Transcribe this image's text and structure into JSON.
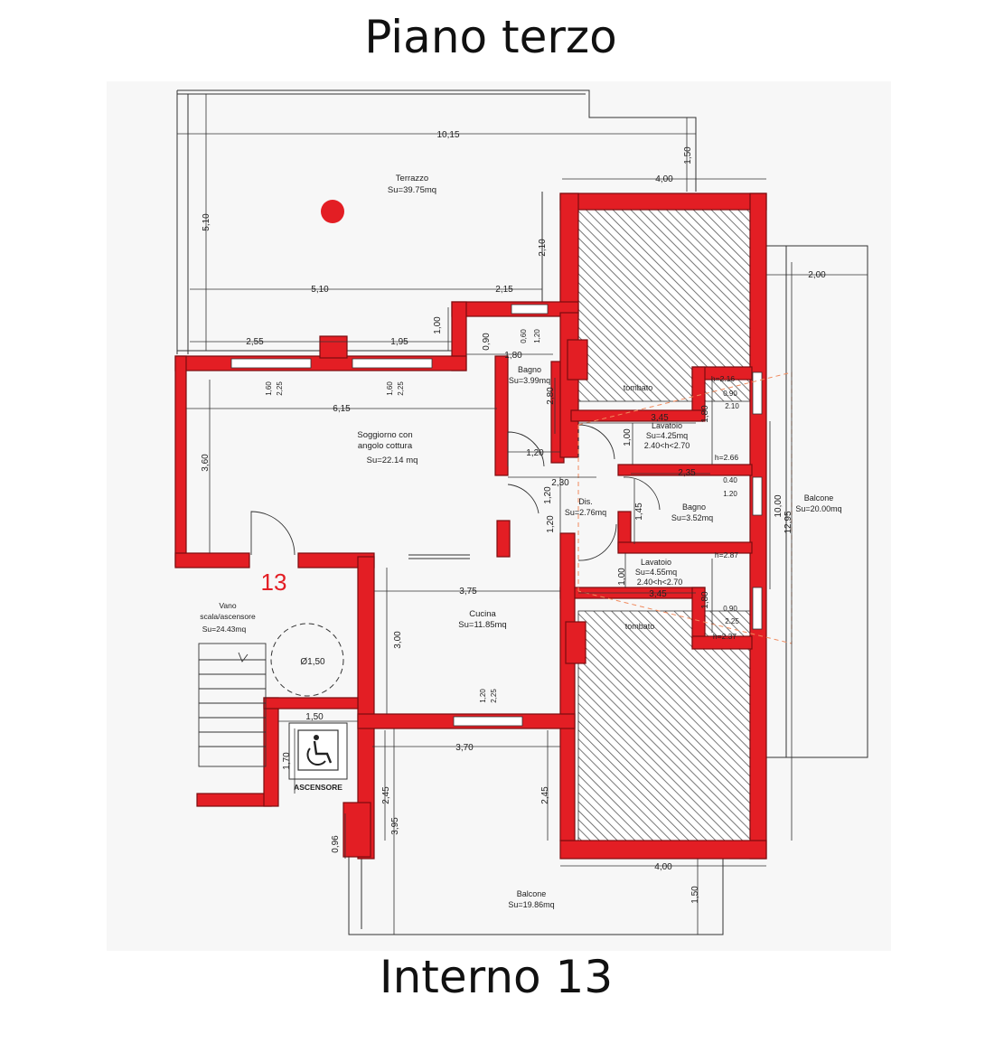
{
  "header": {
    "title": "Piano terzo"
  },
  "footer": {
    "title": "Interno 13"
  },
  "unit_number": "13",
  "colors": {
    "wall": "#e31e24",
    "marker": "#e31e24",
    "unit": "#e31e24",
    "paper": "#f7f7f7"
  },
  "rooms": {
    "terrazzo": {
      "name": "Terrazzo",
      "area": "Su=39.75mq"
    },
    "soggiorno": {
      "name1": "Soggiorno con",
      "name2": "angolo cottura",
      "area": "Su=22.14 mq"
    },
    "bagno1": {
      "name": "Bagno",
      "area": "Su=3.99mq"
    },
    "dis": {
      "name": "Dis.",
      "area": "Su=2.76mq"
    },
    "lavatoio1": {
      "name": "Lavatoio",
      "area": "Su=4.25mq",
      "height": "2.40<h<2.70"
    },
    "bagno2": {
      "name": "Bagno",
      "area": "Su=3.52mq"
    },
    "lavatoio2": {
      "name": "Lavatoio",
      "area": "Su=4.55mq",
      "height": "2.40<h<2.70"
    },
    "cucina": {
      "name": "Cucina",
      "area": "Su=11.85mq"
    },
    "balcone_right": {
      "name": "Balcone",
      "area": "Su=20.00mq"
    },
    "balcone_bottom": {
      "name": "Balcone",
      "area": "Su=19.86mq"
    },
    "vano": {
      "name1": "Vano",
      "name2": "scala/ascensore",
      "area": "Su=24.43mq"
    },
    "tombato_top": "tombato",
    "tombato_bottom": "tombato"
  },
  "ascensore": "ASCENSORE",
  "diameter": "Ø1,50",
  "dims": {
    "d1015": "10,15",
    "d150a": "1,50",
    "d400a": "4,00",
    "d510v": "5,10",
    "d510": "5,10",
    "d215": "2,15",
    "d210": "2,10",
    "d200": "2,00",
    "d255": "2,55",
    "d195": "1,95",
    "d100a": "1,00",
    "d090": "0,90",
    "d060": "0,60",
    "d120a": "1,20",
    "d180a": "1,80",
    "d160a": "1,60",
    "d225a": "2,25",
    "d160b": "1,60",
    "d225b": "2,25",
    "d615": "6,15",
    "d280": "2,80",
    "d120b": "1,20",
    "d230": "2,30",
    "d120c": "1,20",
    "d120d": "1,20",
    "d360": "3,60",
    "d345a": "3,45",
    "d100b": "1,00",
    "d180b": "1,80",
    "h216": "h=2.16",
    "w090a": "0.90",
    "w210": "2.10",
    "h266": "h=2.66",
    "d235": "2,35",
    "w040": "0.40",
    "w120": "1.20",
    "d145": "1,45",
    "d1000": "10,00",
    "d1295": "12,95",
    "h287": "h=2.87",
    "d100c": "1,00",
    "d345b": "3,45",
    "d180c": "1,80",
    "w090b": "0.90",
    "w225": "2.25",
    "h237": "h=2.37",
    "d375": "3,75",
    "d300": "3,00",
    "d120e": "1,20",
    "d225c": "2,25",
    "d150b": "1,50",
    "d170": "1,70",
    "d370": "3,70",
    "d245a": "2,45",
    "d245b": "2,45",
    "d395": "3,95",
    "d096": "0,96",
    "d400b": "4,00",
    "d150c": "1,50"
  }
}
